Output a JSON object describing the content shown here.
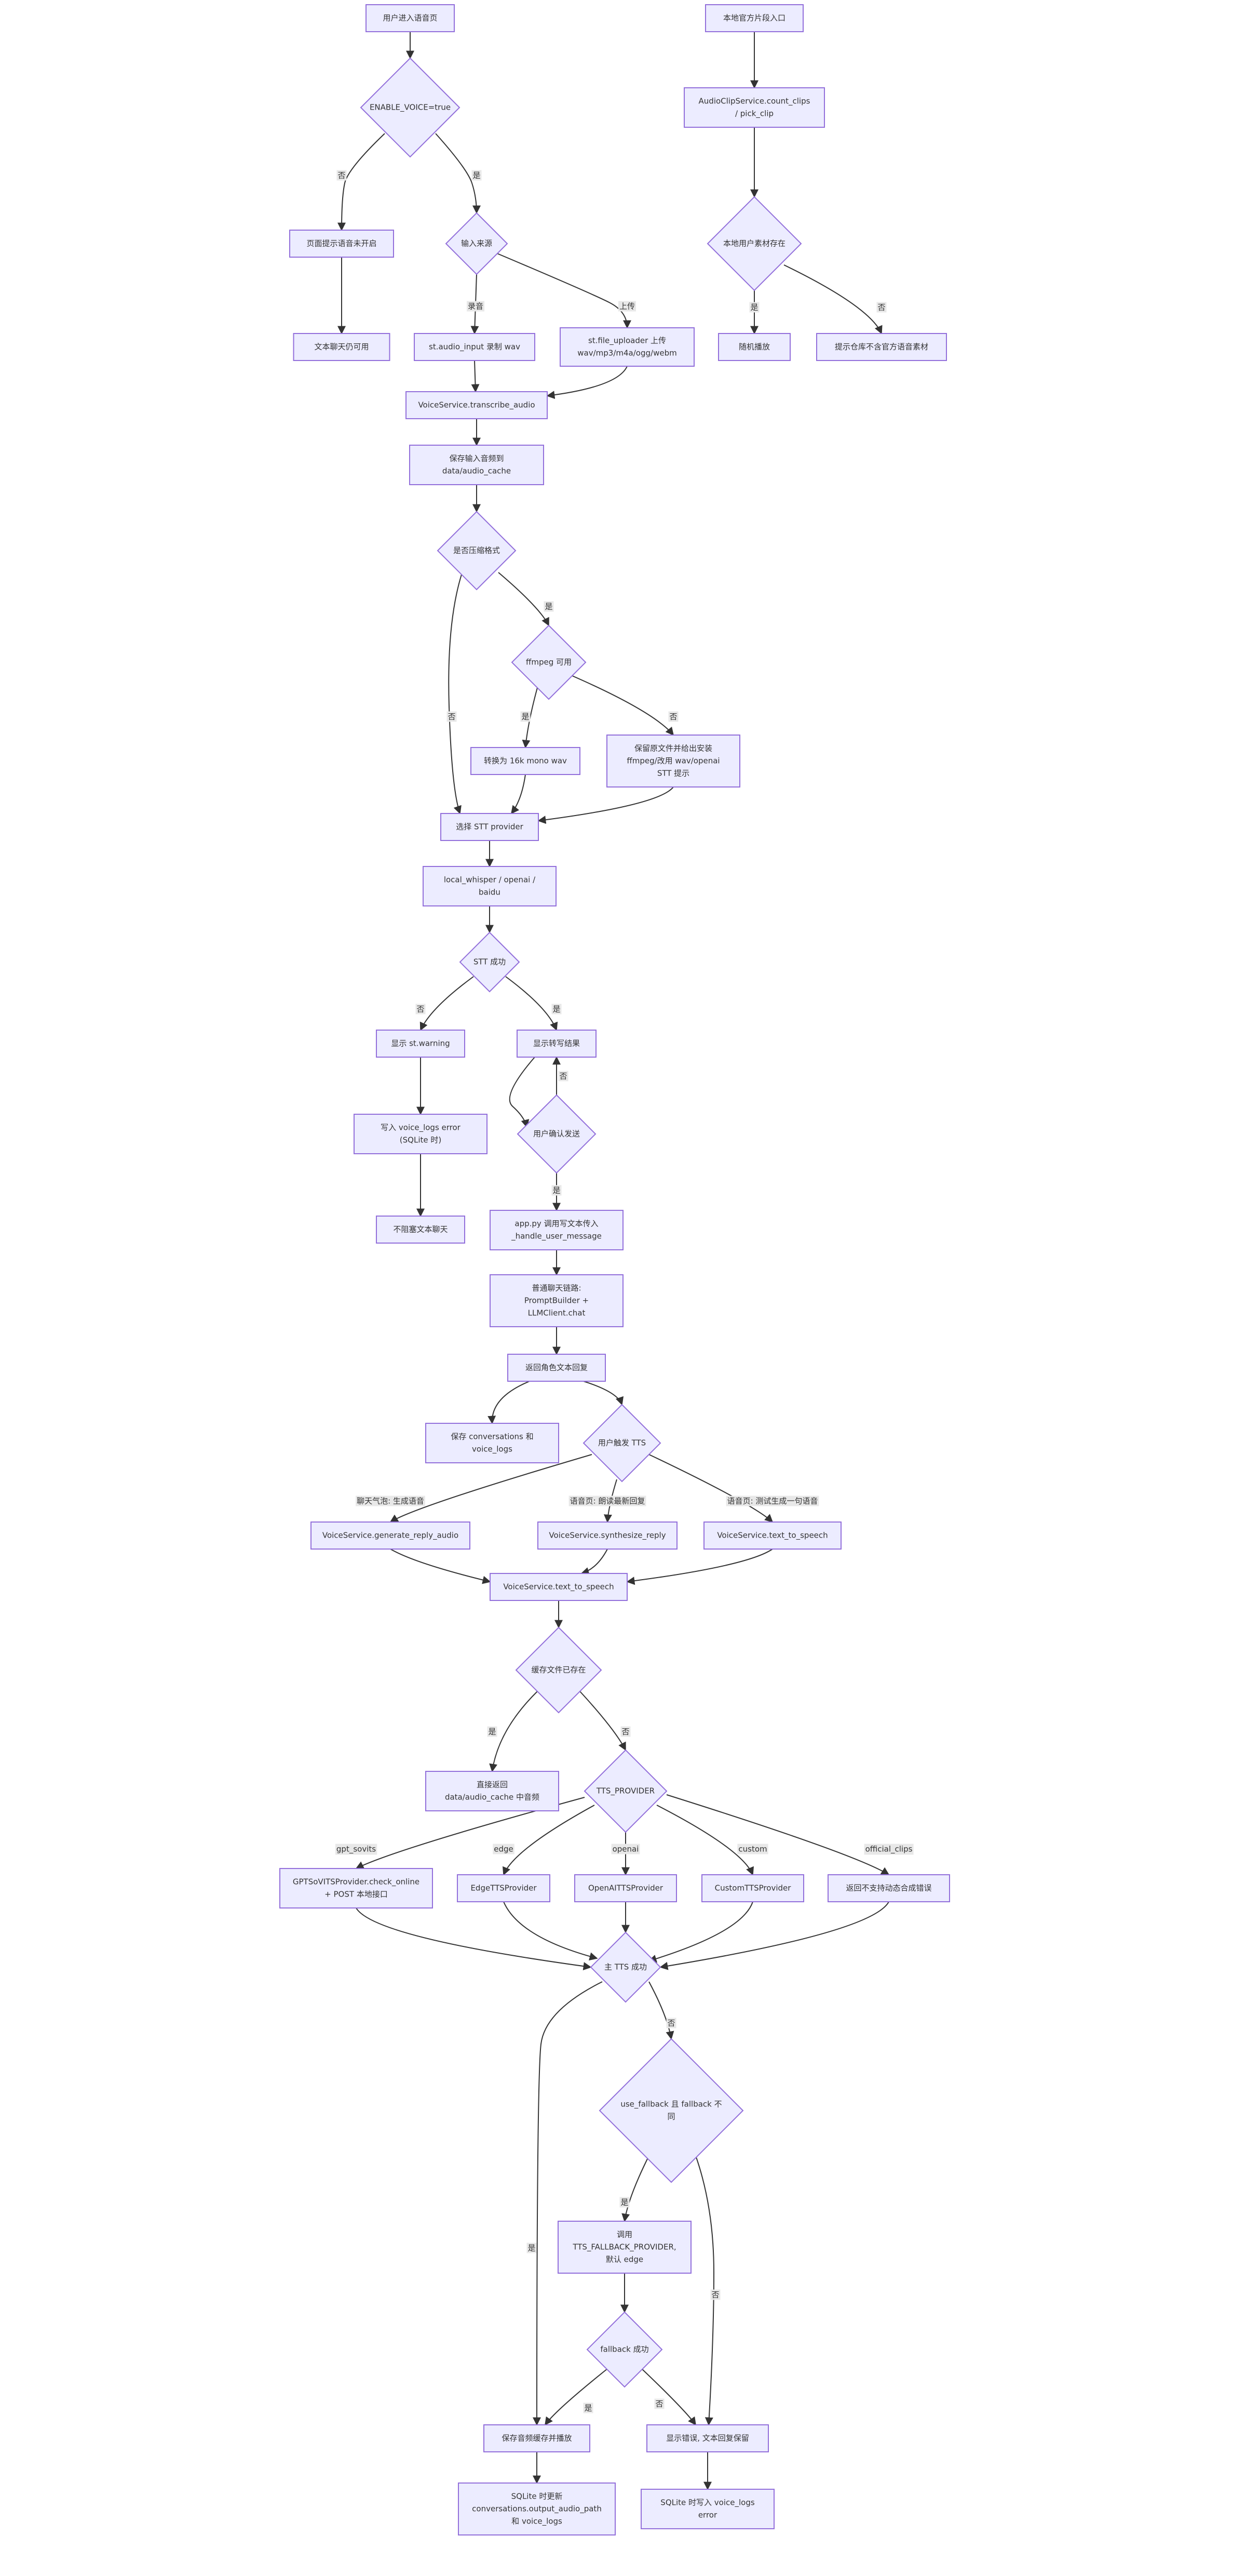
{
  "diagram": {
    "nodes": [
      {
        "id": "start_voice",
        "shape": "rect",
        "lines": [
          "用户进入语音页"
        ]
      },
      {
        "id": "enable_voice",
        "shape": "diamond",
        "lines": [
          "ENABLE_VOICE=true"
        ]
      },
      {
        "id": "voice_disabled",
        "shape": "rect",
        "lines": [
          "页面提示语音未开启"
        ]
      },
      {
        "id": "text_chat_ok",
        "shape": "rect",
        "lines": [
          "文本聊天仍可用"
        ]
      },
      {
        "id": "input_source",
        "shape": "diamond",
        "lines": [
          "输入来源"
        ]
      },
      {
        "id": "audio_input",
        "shape": "rect",
        "lines": [
          "st.audio_input 录制 wav"
        ]
      },
      {
        "id": "file_uploader",
        "shape": "rect",
        "lines": [
          "st.file_uploader 上传",
          "wav/mp3/m4a/ogg/webm"
        ]
      },
      {
        "id": "transcribe",
        "shape": "rect",
        "lines": [
          "VoiceService.transcribe_audio"
        ]
      },
      {
        "id": "save_cache",
        "shape": "rect",
        "lines": [
          "保存输入音频到",
          "data/audio_cache"
        ]
      },
      {
        "id": "is_compressed",
        "shape": "diamond",
        "lines": [
          "是否压缩格式"
        ]
      },
      {
        "id": "ffmpeg_ok",
        "shape": "diamond",
        "lines": [
          "ffmpeg 可用"
        ]
      },
      {
        "id": "convert_wav",
        "shape": "rect",
        "lines": [
          "转换为 16k mono wav"
        ]
      },
      {
        "id": "keep_original",
        "shape": "rect",
        "lines": [
          "保留原文件并给出安装",
          "ffmpeg/改用 wav/openai",
          "STT 提示"
        ]
      },
      {
        "id": "choose_stt",
        "shape": "rect",
        "lines": [
          "选择 STT provider"
        ]
      },
      {
        "id": "stt_providers",
        "shape": "rect",
        "lines": [
          "local_whisper / openai /",
          "baidu"
        ]
      },
      {
        "id": "stt_ok",
        "shape": "diamond",
        "lines": [
          "STT 成功"
        ]
      },
      {
        "id": "warn",
        "shape": "rect",
        "lines": [
          "显示 st.warning"
        ]
      },
      {
        "id": "write_error_log",
        "shape": "rect",
        "lines": [
          "写入 voice_logs error",
          "(SQLite 时)"
        ]
      },
      {
        "id": "no_block",
        "shape": "rect",
        "lines": [
          "不阻塞文本聊天"
        ]
      },
      {
        "id": "show_result",
        "shape": "rect",
        "lines": [
          "显示转写结果"
        ]
      },
      {
        "id": "user_confirm",
        "shape": "diamond",
        "lines": [
          "用户确认发送"
        ]
      },
      {
        "id": "app_handle",
        "shape": "rect",
        "lines": [
          "app.py 调用写文本传入",
          "_handle_user_message"
        ]
      },
      {
        "id": "normal_chat",
        "shape": "rect",
        "lines": [
          "普通聊天链路:",
          "PromptBuilder +",
          "LLMClient.chat"
        ]
      },
      {
        "id": "return_reply",
        "shape": "rect",
        "lines": [
          "返回角色文本回复"
        ]
      },
      {
        "id": "save_conv",
        "shape": "rect",
        "lines": [
          "保存 conversations 和",
          "voice_logs"
        ]
      },
      {
        "id": "user_tts",
        "shape": "diamond",
        "lines": [
          "用户触发 TTS"
        ]
      },
      {
        "id": "gen_reply_audio",
        "shape": "rect",
        "lines": [
          "VoiceService.generate_reply_audio"
        ]
      },
      {
        "id": "synth_reply",
        "shape": "rect",
        "lines": [
          "VoiceService.synthesize_reply"
        ]
      },
      {
        "id": "text_to_speech_a",
        "shape": "rect",
        "lines": [
          "VoiceService.text_to_speech"
        ]
      },
      {
        "id": "text_to_speech_b",
        "shape": "rect",
        "lines": [
          "VoiceService.text_to_speech"
        ]
      },
      {
        "id": "cache_exists",
        "shape": "diamond",
        "lines": [
          "缓存文件已存在"
        ]
      },
      {
        "id": "return_cache",
        "shape": "rect",
        "lines": [
          "直接返回",
          "data/audio_cache 中音频"
        ]
      },
      {
        "id": "tts_provider",
        "shape": "diamond",
        "lines": [
          "TTS_PROVIDER"
        ]
      },
      {
        "id": "gpt_sovits",
        "shape": "rect",
        "lines": [
          "GPTSoVITSProvider.check_online",
          "+ POST 本地接口"
        ]
      },
      {
        "id": "edge_tts",
        "shape": "rect",
        "lines": [
          "EdgeTTSProvider"
        ]
      },
      {
        "id": "openai_tts",
        "shape": "rect",
        "lines": [
          "OpenAITTSProvider"
        ]
      },
      {
        "id": "custom_tts",
        "shape": "rect",
        "lines": [
          "CustomTTSProvider"
        ]
      },
      {
        "id": "unsupported",
        "shape": "rect",
        "lines": [
          "返回不支持动态合成错误"
        ]
      },
      {
        "id": "main_tts_ok",
        "shape": "diamond",
        "lines": [
          "主 TTS 成功"
        ]
      },
      {
        "id": "use_fallback",
        "shape": "diamond",
        "lines": [
          "use_fallback 且 fallback 不",
          "同"
        ]
      },
      {
        "id": "call_fallback",
        "shape": "rect",
        "lines": [
          "调用",
          "TTS_FALLBACK_PROVIDER,",
          "默认 edge"
        ]
      },
      {
        "id": "fallback_ok",
        "shape": "diamond",
        "lines": [
          "fallback 成功"
        ]
      },
      {
        "id": "save_audio",
        "shape": "rect",
        "lines": [
          "保存音频缓存并播放"
        ]
      },
      {
        "id": "show_error",
        "shape": "rect",
        "lines": [
          "显示错误, 文本回复保留"
        ]
      },
      {
        "id": "sqlite_update",
        "shape": "rect",
        "lines": [
          "SQLite 时更新",
          "conversations.output_audio_path",
          "和 voice_logs"
        ]
      },
      {
        "id": "sqlite_error",
        "shape": "rect",
        "lines": [
          "SQLite 时写入 voice_logs",
          "error"
        ]
      },
      {
        "id": "local_entry",
        "shape": "rect",
        "lines": [
          "本地官方片段入口"
        ]
      },
      {
        "id": "count_clips",
        "shape": "rect",
        "lines": [
          "AudioClipService.count_clips",
          "/ pick_clip"
        ]
      },
      {
        "id": "local_exists",
        "shape": "diamond",
        "lines": [
          "本地用户素材存在"
        ]
      },
      {
        "id": "random_play",
        "shape": "rect",
        "lines": [
          "随机播放"
        ]
      },
      {
        "id": "no_official",
        "shape": "rect",
        "lines": [
          "提示仓库不含官方语音素材"
        ]
      }
    ],
    "edges": [
      {
        "from": "start_voice",
        "to": "enable_voice",
        "label": ""
      },
      {
        "from": "enable_voice",
        "to": "voice_disabled",
        "label": "否"
      },
      {
        "from": "enable_voice",
        "to": "input_source",
        "label": "是"
      },
      {
        "from": "voice_disabled",
        "to": "text_chat_ok",
        "label": ""
      },
      {
        "from": "input_source",
        "to": "audio_input",
        "label": "录音"
      },
      {
        "from": "input_source",
        "to": "file_uploader",
        "label": "上传"
      },
      {
        "from": "audio_input",
        "to": "transcribe",
        "label": ""
      },
      {
        "from": "file_uploader",
        "to": "transcribe",
        "label": ""
      },
      {
        "from": "transcribe",
        "to": "save_cache",
        "label": ""
      },
      {
        "from": "save_cache",
        "to": "is_compressed",
        "label": ""
      },
      {
        "from": "is_compressed",
        "to": "ffmpeg_ok",
        "label": "是"
      },
      {
        "from": "is_compressed",
        "to": "choose_stt",
        "label": "否"
      },
      {
        "from": "ffmpeg_ok",
        "to": "convert_wav",
        "label": "是"
      },
      {
        "from": "ffmpeg_ok",
        "to": "keep_original",
        "label": "否"
      },
      {
        "from": "convert_wav",
        "to": "choose_stt",
        "label": ""
      },
      {
        "from": "keep_original",
        "to": "choose_stt",
        "label": ""
      },
      {
        "from": "choose_stt",
        "to": "stt_providers",
        "label": ""
      },
      {
        "from": "stt_providers",
        "to": "stt_ok",
        "label": ""
      },
      {
        "from": "stt_ok",
        "to": "warn",
        "label": "否"
      },
      {
        "from": "stt_ok",
        "to": "show_result",
        "label": "是"
      },
      {
        "from": "warn",
        "to": "write_error_log",
        "label": ""
      },
      {
        "from": "write_error_log",
        "to": "no_block",
        "label": ""
      },
      {
        "from": "show_result",
        "to": "user_confirm",
        "label": ""
      },
      {
        "from": "user_confirm",
        "to": "show_result",
        "label": "否"
      },
      {
        "from": "user_confirm",
        "to": "app_handle",
        "label": "是"
      },
      {
        "from": "app_handle",
        "to": "normal_chat",
        "label": ""
      },
      {
        "from": "normal_chat",
        "to": "return_reply",
        "label": ""
      },
      {
        "from": "return_reply",
        "to": "save_conv",
        "label": ""
      },
      {
        "from": "return_reply",
        "to": "user_tts",
        "label": ""
      },
      {
        "from": "user_tts",
        "to": "gen_reply_audio",
        "label": "聊天气泡: 生成语音"
      },
      {
        "from": "user_tts",
        "to": "synth_reply",
        "label": "语音页: 朗读最新回复"
      },
      {
        "from": "user_tts",
        "to": "text_to_speech_a",
        "label": "语音页: 测试生成一句语音"
      },
      {
        "from": "gen_reply_audio",
        "to": "text_to_speech_b",
        "label": ""
      },
      {
        "from": "synth_reply",
        "to": "text_to_speech_b",
        "label": ""
      },
      {
        "from": "text_to_speech_a",
        "to": "text_to_speech_b",
        "label": ""
      },
      {
        "from": "text_to_speech_b",
        "to": "cache_exists",
        "label": ""
      },
      {
        "from": "cache_exists",
        "to": "return_cache",
        "label": "是"
      },
      {
        "from": "cache_exists",
        "to": "tts_provider",
        "label": "否"
      },
      {
        "from": "tts_provider",
        "to": "gpt_sovits",
        "label": "gpt_sovits"
      },
      {
        "from": "tts_provider",
        "to": "edge_tts",
        "label": "edge"
      },
      {
        "from": "tts_provider",
        "to": "openai_tts",
        "label": "openai"
      },
      {
        "from": "tts_provider",
        "to": "custom_tts",
        "label": "custom"
      },
      {
        "from": "tts_provider",
        "to": "unsupported",
        "label": "official_clips"
      },
      {
        "from": "gpt_sovits",
        "to": "main_tts_ok",
        "label": ""
      },
      {
        "from": "edge_tts",
        "to": "main_tts_ok",
        "label": ""
      },
      {
        "from": "openai_tts",
        "to": "main_tts_ok",
        "label": ""
      },
      {
        "from": "custom_tts",
        "to": "main_tts_ok",
        "label": ""
      },
      {
        "from": "unsupported",
        "to": "main_tts_ok",
        "label": ""
      },
      {
        "from": "main_tts_ok",
        "to": "save_audio",
        "label": "是"
      },
      {
        "from": "main_tts_ok",
        "to": "use_fallback",
        "label": "否"
      },
      {
        "from": "use_fallback",
        "to": "call_fallback",
        "label": "是"
      },
      {
        "from": "use_fallback",
        "to": "show_error",
        "label": "否"
      },
      {
        "from": "call_fallback",
        "to": "fallback_ok",
        "label": ""
      },
      {
        "from": "fallback_ok",
        "to": "save_audio",
        "label": "是"
      },
      {
        "from": "fallback_ok",
        "to": "show_error",
        "label": "否"
      },
      {
        "from": "save_audio",
        "to": "sqlite_update",
        "label": ""
      },
      {
        "from": "show_error",
        "to": "sqlite_error",
        "label": ""
      },
      {
        "from": "local_entry",
        "to": "count_clips",
        "label": ""
      },
      {
        "from": "count_clips",
        "to": "local_exists",
        "label": ""
      },
      {
        "from": "local_exists",
        "to": "random_play",
        "label": "是"
      },
      {
        "from": "local_exists",
        "to": "no_official",
        "label": "否"
      }
    ]
  },
  "colors": {
    "node_fill": "#ECECFF",
    "node_stroke": "#9370DB",
    "text": "#333333",
    "edge": "#333333",
    "edge_label_bg": "#e8e8e8"
  }
}
